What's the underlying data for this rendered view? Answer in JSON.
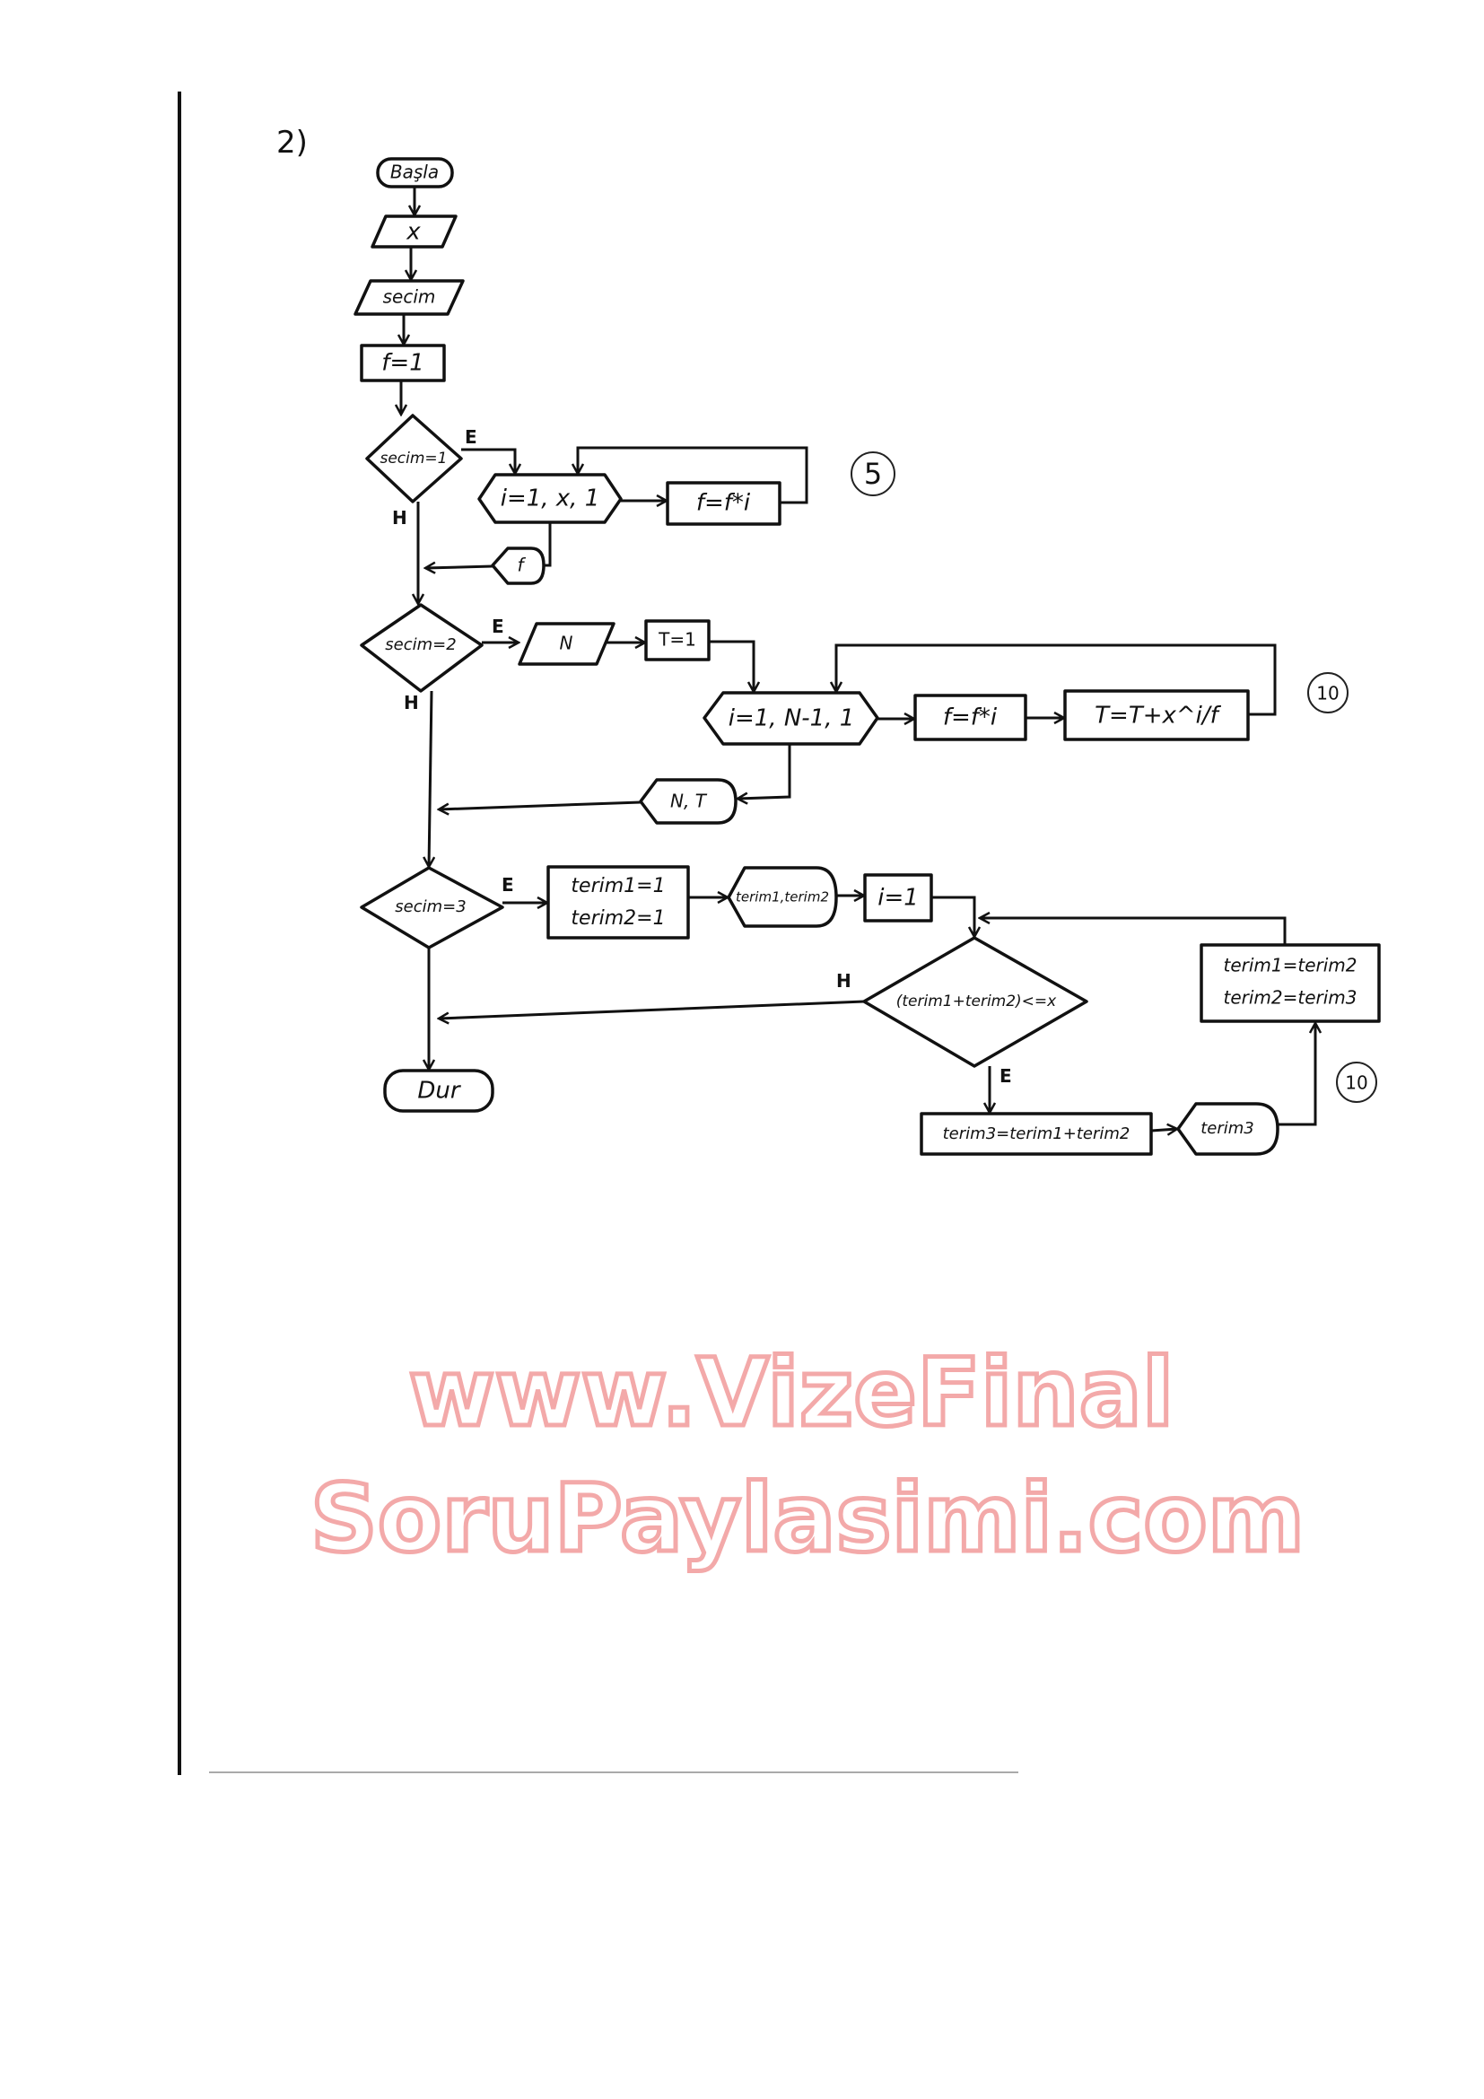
{
  "question_number": "2)",
  "nodes": {
    "start": "Başla",
    "input_x": "x",
    "input_secim": "secim",
    "init_f": "f=1",
    "cond1": "secim=1",
    "loop1": "i=1, x, 1",
    "calc1": "f=f*i",
    "out1": "f",
    "cond2": "secim=2",
    "input_n": "N",
    "init_t": "T=1",
    "loop2": "i=1, N-1, 1",
    "calc2": "f=f*i",
    "calc_t": "T=T+x^i/f",
    "out2": "N, T",
    "cond3": "secim=3",
    "init_terms_1": "terim1=1",
    "init_terms_2": "terim2=1",
    "out_terms": "terim1,terim2",
    "init_i": "i=1",
    "cond_loop": "(terim1+terim2)<=x",
    "calc_terim3": "terim3=terim1+terim2",
    "out_terim3": "terim3",
    "shift_1": "terim1=terim2",
    "shift_2": "terim2=terim3",
    "end": "Dur"
  },
  "labels": {
    "yes": "E",
    "no": "H"
  },
  "scores": [
    "5",
    "10",
    "10"
  ],
  "watermark": "www.VizeFinalSoruPaylasimi.com"
}
